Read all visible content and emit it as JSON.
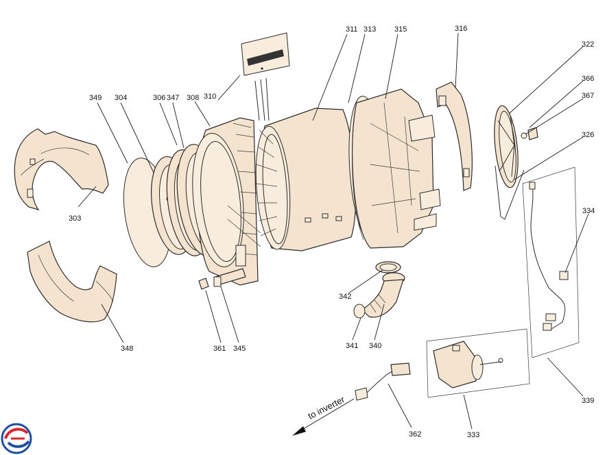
{
  "labels": {
    "p303": "303",
    "p304": "304",
    "p306": "306",
    "p308": "308",
    "p310": "310",
    "p311": "311",
    "p313": "313",
    "p315": "315",
    "p316": "316",
    "p322": "322",
    "p326": "326",
    "p333": "333",
    "p334": "334",
    "p339": "339",
    "p340": "340",
    "p341": "341",
    "p342": "342",
    "p345": "345",
    "p347": "347",
    "p348": "348",
    "p349": "349",
    "p361": "361",
    "p362": "362",
    "p366": "366",
    "p367": "367"
  },
  "inverter_note": "to inverter",
  "colors": {
    "part_fill": "#f4e4cf",
    "outline": "#2a2a2a",
    "logo_red": "#d9262b",
    "logo_blue": "#1f4fa0"
  },
  "logo": "brand-logo"
}
